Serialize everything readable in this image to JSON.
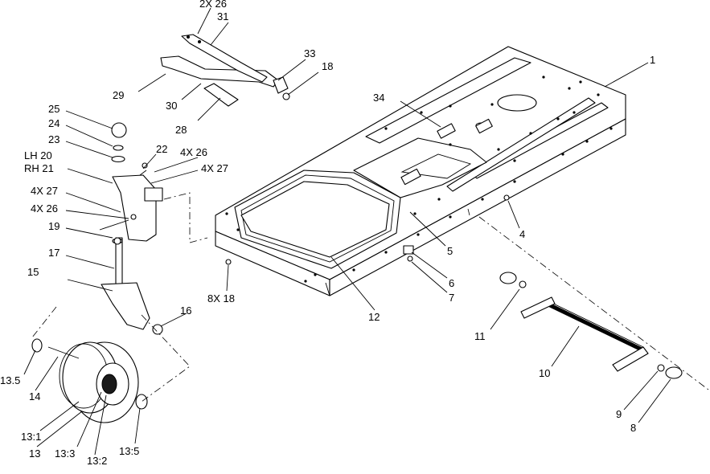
{
  "callouts": {
    "c1": "1",
    "c2x26": "2X 26",
    "c31": "31",
    "c33": "33",
    "c18": "18",
    "c29": "29",
    "c30": "30",
    "c28": "28",
    "c34": "34",
    "c25": "25",
    "c24": "24",
    "c23": "23",
    "clh20": "LH 20",
    "crh21": "RH 21",
    "c22": "22",
    "c4x26a": "4X 26",
    "c4x27a": "4X 27",
    "c4x27b": "4X 27",
    "c4x26b": "4X 26",
    "c19": "19",
    "c17": "17",
    "c15": "15",
    "c16": "16",
    "c8x18": "8X 18",
    "c12": "12",
    "c5": "5",
    "c6": "6",
    "c7": "7",
    "c4": "4",
    "c11": "11",
    "c10": "10",
    "c9": "9",
    "c8": "8",
    "c13_5a": "13.5",
    "c14": "14",
    "c13_1": "13:1",
    "c13": "13",
    "c13_3": "13:3",
    "c13_2": "13:2",
    "c13_5b": "13:5"
  }
}
